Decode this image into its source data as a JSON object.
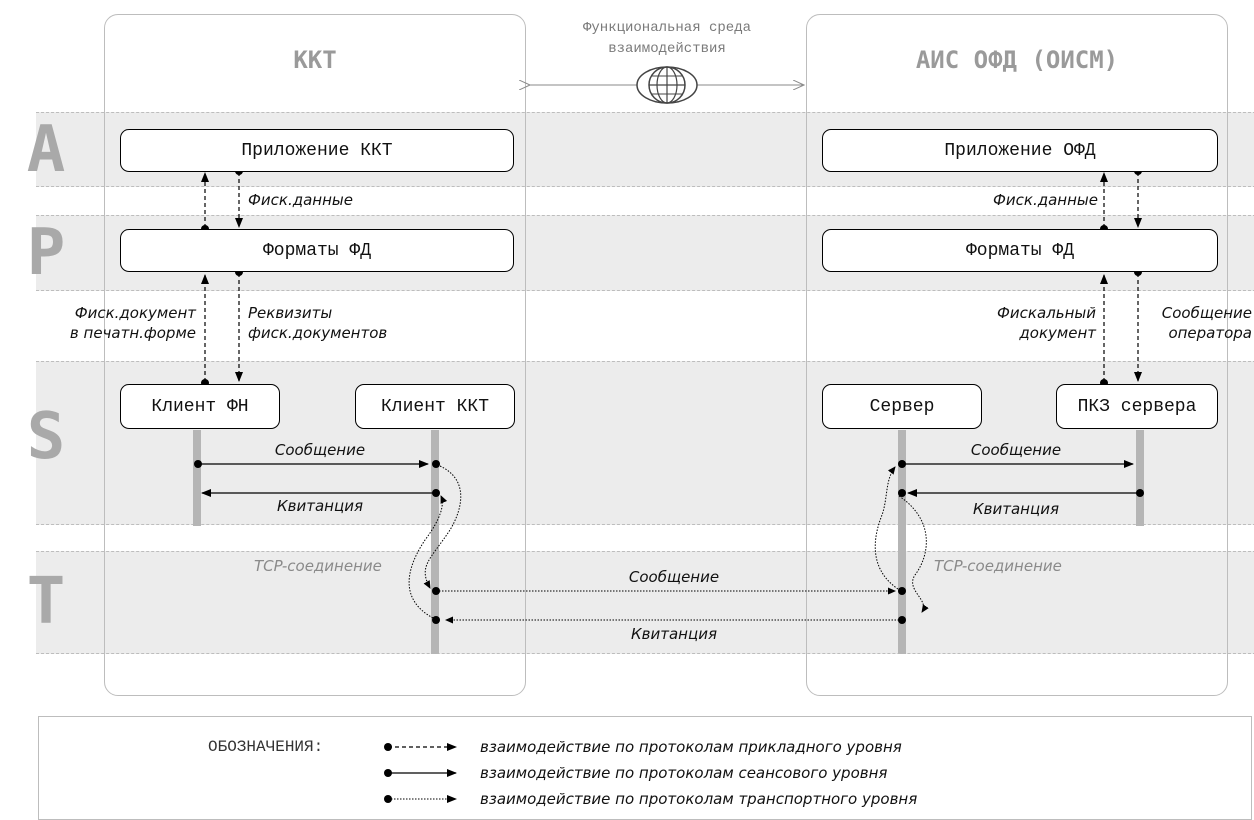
{
  "layers": [
    "A",
    "P",
    "S",
    "T"
  ],
  "containers": {
    "left_title": "ККТ",
    "right_title": "АИС ОФД (ОИСМ)"
  },
  "environment": {
    "line1": "Функциональная среда",
    "line2": "взаимодействия",
    "icon": "globe-icon"
  },
  "boxes": {
    "app_kkt": "Приложение ККТ",
    "formats_fd_left": "Форматы ФД",
    "client_fn": "Клиент ФН",
    "client_kkt": "Клиент ККТ",
    "app_ofd": "Приложение ОФД",
    "formats_fd_right": "Форматы ФД",
    "server": "Сервер",
    "pkz_server": "ПКЗ сервера"
  },
  "labels": {
    "fisc_data_left": "Фиск.данные",
    "fisc_data_right": "Фиск.данные",
    "fisc_doc_print_1": "Фиск.документ",
    "fisc_doc_print_2": "в печатн.форме",
    "requisites_1": "Реквизиты",
    "requisites_2": "фиск.документов",
    "fiscal_doc_1": "Фискальный",
    "fiscal_doc_2": "документ",
    "operator_msg_1": "Сообщение",
    "operator_msg_2": "оператора",
    "message_left": "Сообщение",
    "receipt_left": "Квитанция",
    "message_right": "Сообщение",
    "receipt_right": "Квитанция",
    "tcp_left": "TCP-соединение",
    "tcp_right": "TCP-соединение",
    "message_transport": "Сообщение",
    "receipt_transport": "Квитанция"
  },
  "legend": {
    "title": "ОБОЗНАЧЕНИЯ:",
    "items": [
      "взаимодействие по протоколам прикладного уровня",
      "взаимодействие по протоколам сеансового уровня",
      "взаимодействие по протоколам транспортного уровня"
    ]
  }
}
